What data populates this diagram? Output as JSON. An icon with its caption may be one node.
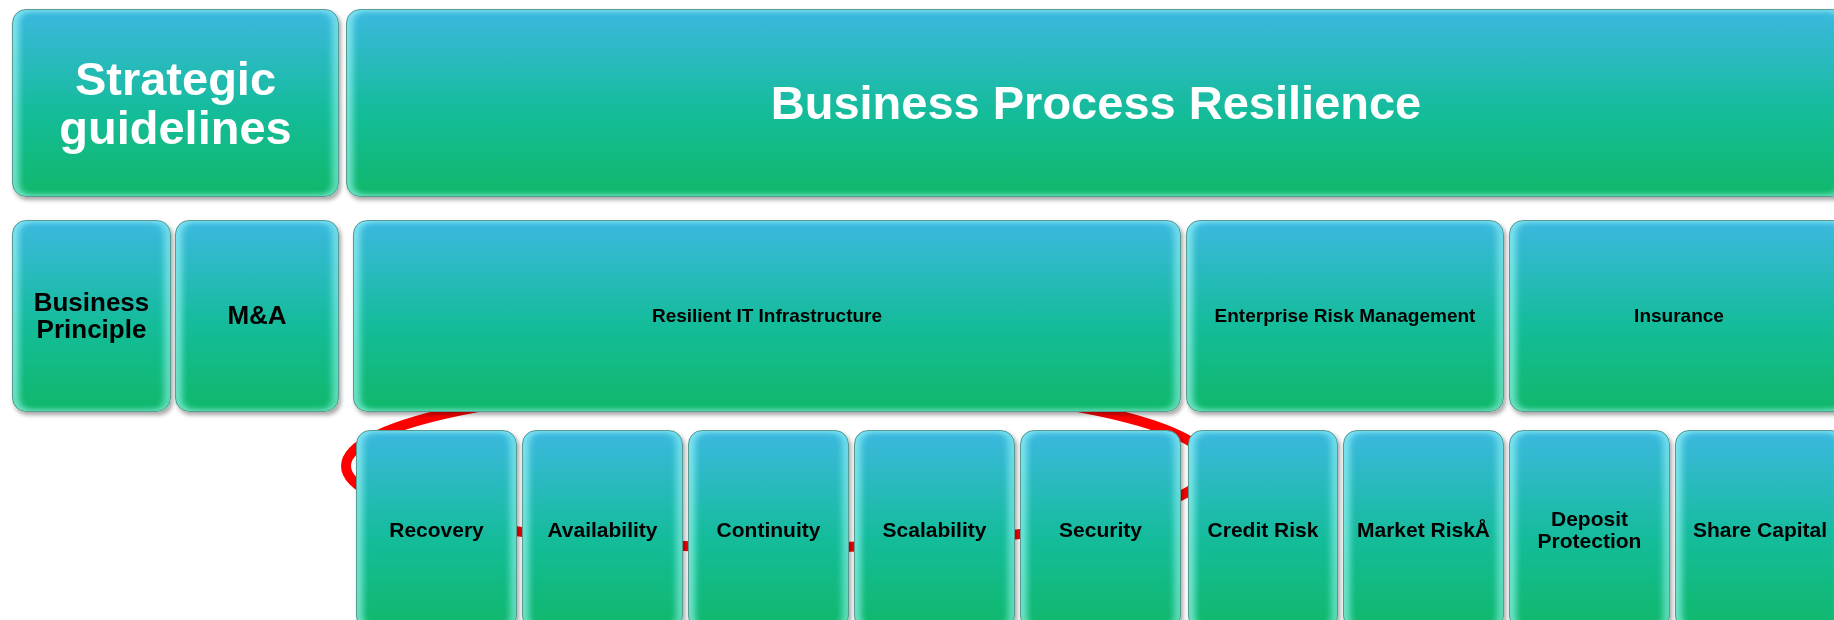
{
  "diagram": {
    "nodes": [
      {
        "text": [
          "Strategic guidelines"
        ]
      },
      {
        "text": [
          "Business Process Resilience"
        ]
      },
      {
        "text": [
          "Business Principle"
        ]
      },
      {
        "text": [
          "M&A"
        ]
      },
      {
        "text": [
          "Resilient IT Infrastructure"
        ]
      },
      {
        "text": [
          "Enterprise Risk Management"
        ]
      },
      {
        "text": [
          "Insurance"
        ]
      },
      {
        "text": [
          "Recovery"
        ]
      },
      {
        "text": [
          "Availability"
        ]
      },
      {
        "text": [
          "Continuity"
        ]
      },
      {
        "text": [
          "Scalability"
        ]
      },
      {
        "text": [
          "Security"
        ]
      },
      {
        "text": [
          "Credit Risk"
        ]
      },
      {
        "text": [
          "Market RiskÅ"
        ]
      },
      {
        "text": [
          "Deposit Protection"
        ]
      },
      {
        "text": [
          "Share Capital"
        ]
      }
    ]
  }
}
